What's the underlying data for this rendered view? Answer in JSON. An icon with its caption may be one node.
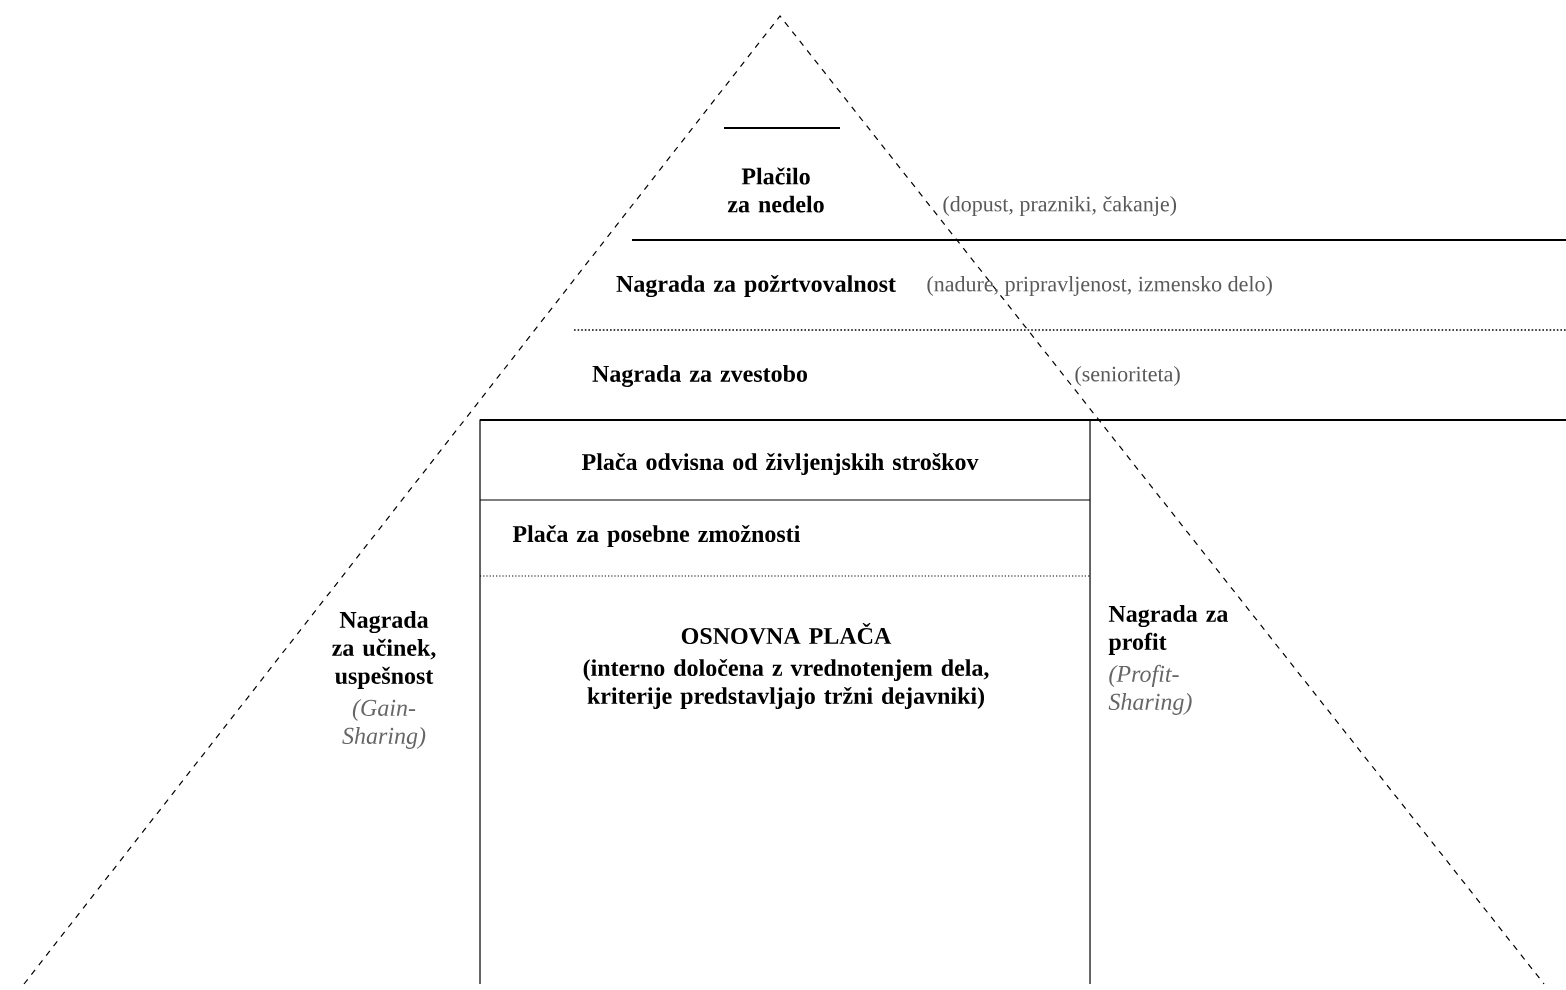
{
  "diagram": {
    "nodes": [
      {
        "text": [
          "Plačilo za nedelo"
        ]
      },
      {
        "text": [
          "Nagrada za požrtvovalnost"
        ],
        "beside": [
          "(nadure, pripravljenost, izmensko delo)"
        ]
      },
      {
        "text": [
          "Nagrada za zvestobo"
        ]
      },
      {
        "text": [
          "Plača odvisna od življenjskih stroškov"
        ]
      },
      {
        "text": [
          "Plača za posebne zmožnosti"
        ]
      },
      {
        "text": [
          "OSNOVNA PLAČA",
          "(interno določena z vrednotenjem dela, kriterije predstavljajo tržni dejavniki)"
        ]
      },
      {
        "text": [
          "Nagrada za učinek, uspešnost",
          "(Gain-Sharing)"
        ]
      },
      {
        "text": [
          "Nagrada za profit",
          "(Profit-Sharing)"
        ]
      }
    ],
    "labels": [
      "(dopust, prazniki, čakanje)",
      "(senioriteta)"
    ]
  }
}
